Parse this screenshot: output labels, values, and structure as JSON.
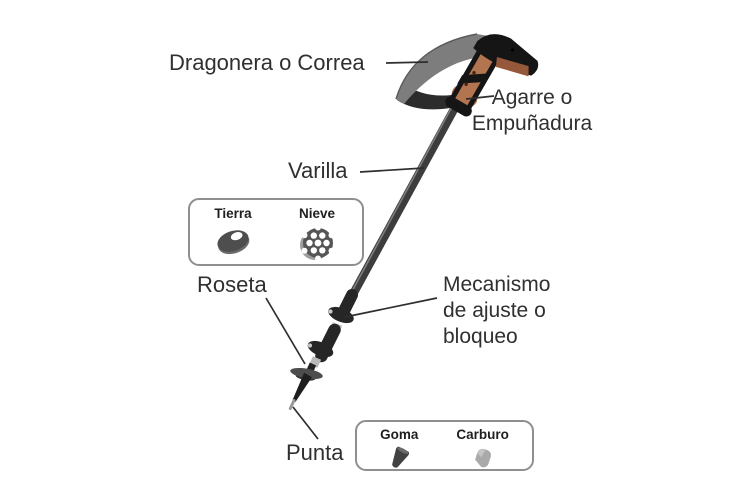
{
  "labels": {
    "strap": "Dragonera o Correa",
    "grip": "Agarre o Empuñadura",
    "shaft": "Varilla",
    "basket": "Roseta",
    "lock_mechanism": "Mecanismo de ajuste o bloqueo",
    "tip": "Punta"
  },
  "basket_box": {
    "dirt": "Tierra",
    "snow": "Nieve"
  },
  "tip_box": {
    "rubber": "Goma",
    "carbide": "Carburo"
  },
  "colors": {
    "background": "#ffffff",
    "label-text": "#303030",
    "pointer-line": "#2e2e2e",
    "pole": "#3d3d3d",
    "pole-highlight": "#868686",
    "pole-dark": "#262626",
    "strap-gray": "#7d7d7d",
    "strap-dark": "#2c2c2c",
    "grip-black": "#151515",
    "grip-tan": "#b3754f",
    "grip-tan-shadow": "#96583a",
    "metal-band": "#b9b9b9",
    "basket-gray": "#4d4d4d",
    "box-border": "#8f8f8f",
    "box-bg": "#ffffff",
    "box-label": "#1f1f1f"
  }
}
